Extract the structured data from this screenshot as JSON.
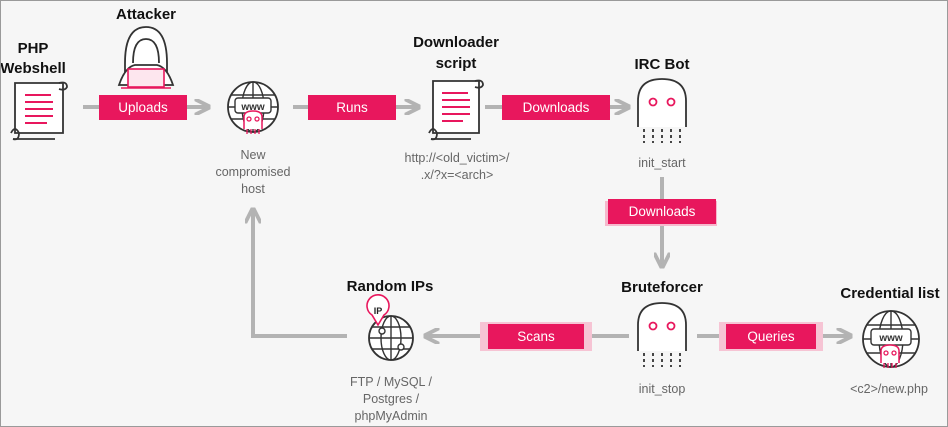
{
  "nodes": {
    "webshell": {
      "title_line1": "PHP",
      "title_line2": "Webshell"
    },
    "attacker": {
      "title": "Attacker"
    },
    "host": {
      "sub_line1": "New",
      "sub_line2": "compromised",
      "sub_line3": "host",
      "globe_text": "www"
    },
    "downloader": {
      "title_line1": "Downloader",
      "title_line2": "script",
      "sub_line1": "http://<old_victim>/",
      "sub_line2": ".x/?x=<arch>"
    },
    "ircbot": {
      "title": "IRC Bot",
      "sub": "init_start"
    },
    "bruteforcer": {
      "title": "Bruteforcer",
      "sub": "init_stop"
    },
    "random_ips": {
      "title": "Random IPs",
      "badge": "IP",
      "sub_line1": "FTP / MySQL /",
      "sub_line2": "Postgres /",
      "sub_line3": "phpMyAdmin"
    },
    "credential": {
      "title": "Credential list",
      "sub": "<c2>/new.php",
      "globe_text": "www"
    }
  },
  "edges": {
    "uploads": "Uploads",
    "runs": "Runs",
    "downloads1": "Downloads",
    "downloads2": "Downloads",
    "scans": "Scans",
    "queries": "Queries"
  },
  "colors": {
    "accent": "#e8175d",
    "arrow": "#b3b3b3",
    "icon_stroke": "#333333"
  }
}
